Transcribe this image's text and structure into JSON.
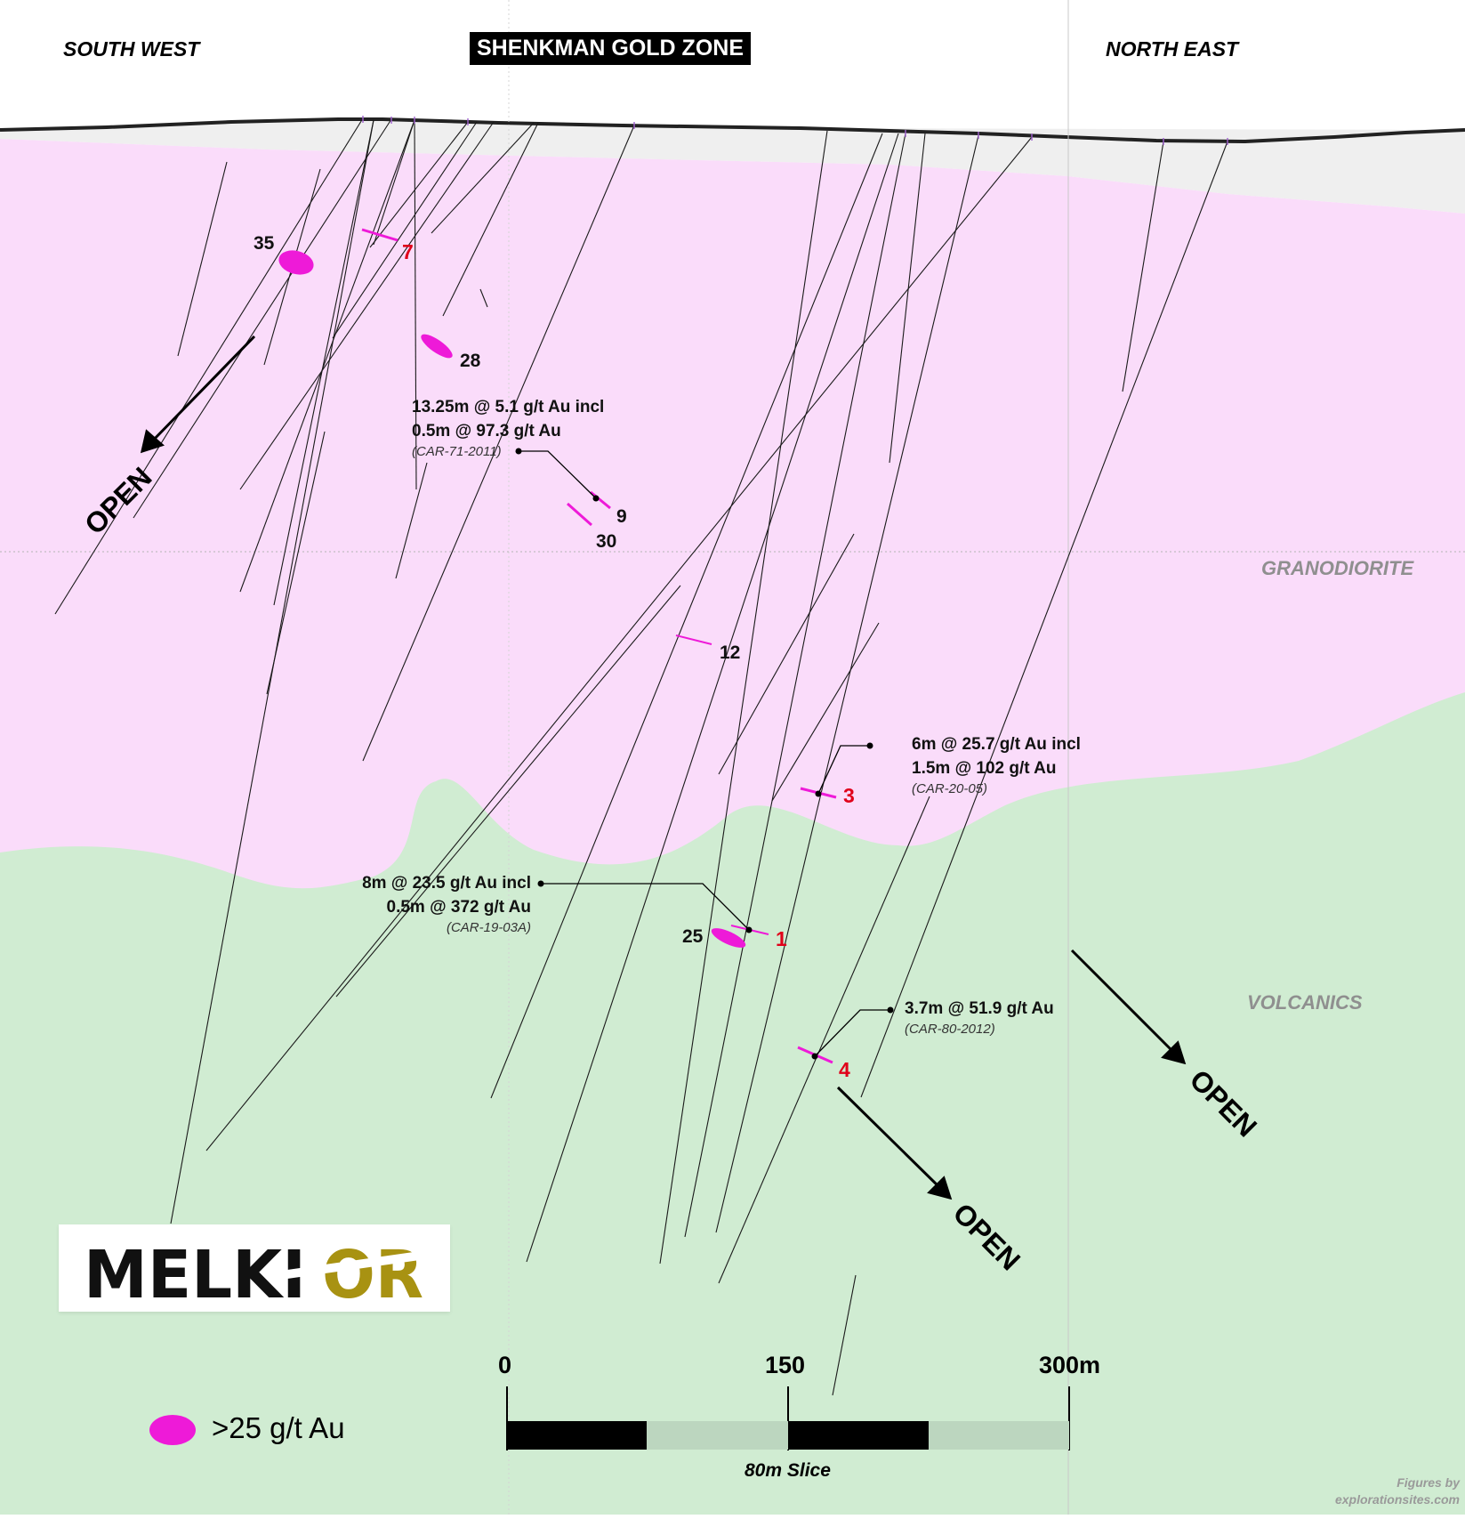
{
  "header": {
    "left_direction": "SOUTH WEST",
    "title": "SHENKMAN GOLD ZONE",
    "right_direction": "NORTH EAST"
  },
  "units": {
    "upper": "GRANODIORITE",
    "lower": "VOLCANICS"
  },
  "open_label": "OPEN",
  "colors": {
    "granodiorite": "#fadcfa",
    "volcanics": "#d0ecd2",
    "overburden": "#efefef",
    "intercept": "#ee1ad8",
    "highlight_label": "#e0001a",
    "logo_gold": "#a89212"
  },
  "intercepts": [
    {
      "label": "35",
      "high_grade": true
    },
    {
      "label": "7",
      "highlighted": true
    },
    {
      "label": "28",
      "high_grade": true
    },
    {
      "label": "9"
    },
    {
      "label": "30"
    },
    {
      "label": "12"
    },
    {
      "label": "3",
      "highlighted": true
    },
    {
      "label": "25",
      "high_grade": true
    },
    {
      "label": "1",
      "highlighted": true
    },
    {
      "label": "4",
      "highlighted": true
    }
  ],
  "annotations": [
    {
      "line1": "13.25m @ 5.1 g/t Au incl",
      "line2": "0.5m @ 97.3 g/t Au",
      "hole": "(CAR-71-2011)"
    },
    {
      "line1": "6m @ 25.7 g/t Au incl",
      "line2": "1.5m @ 102 g/t Au",
      "hole": "(CAR-20-05)"
    },
    {
      "line1": "8m @ 23.5 g/t Au incl",
      "line2": "0.5m @ 372 g/t Au",
      "hole": "(CAR-19-03A)"
    },
    {
      "line1": "3.7m @ 51.9 g/t Au",
      "hole": "(CAR-80-2012)"
    }
  ],
  "scale_bar": {
    "ticks": [
      "0",
      "150",
      "300m"
    ],
    "caption": "80m Slice"
  },
  "legend": {
    "label": ">25 g/t Au"
  },
  "logo": {
    "text_dark": "MELKI",
    "text_gold": "OR"
  },
  "credit": {
    "line1": "Figures by",
    "line2": "explorationsites.com"
  }
}
